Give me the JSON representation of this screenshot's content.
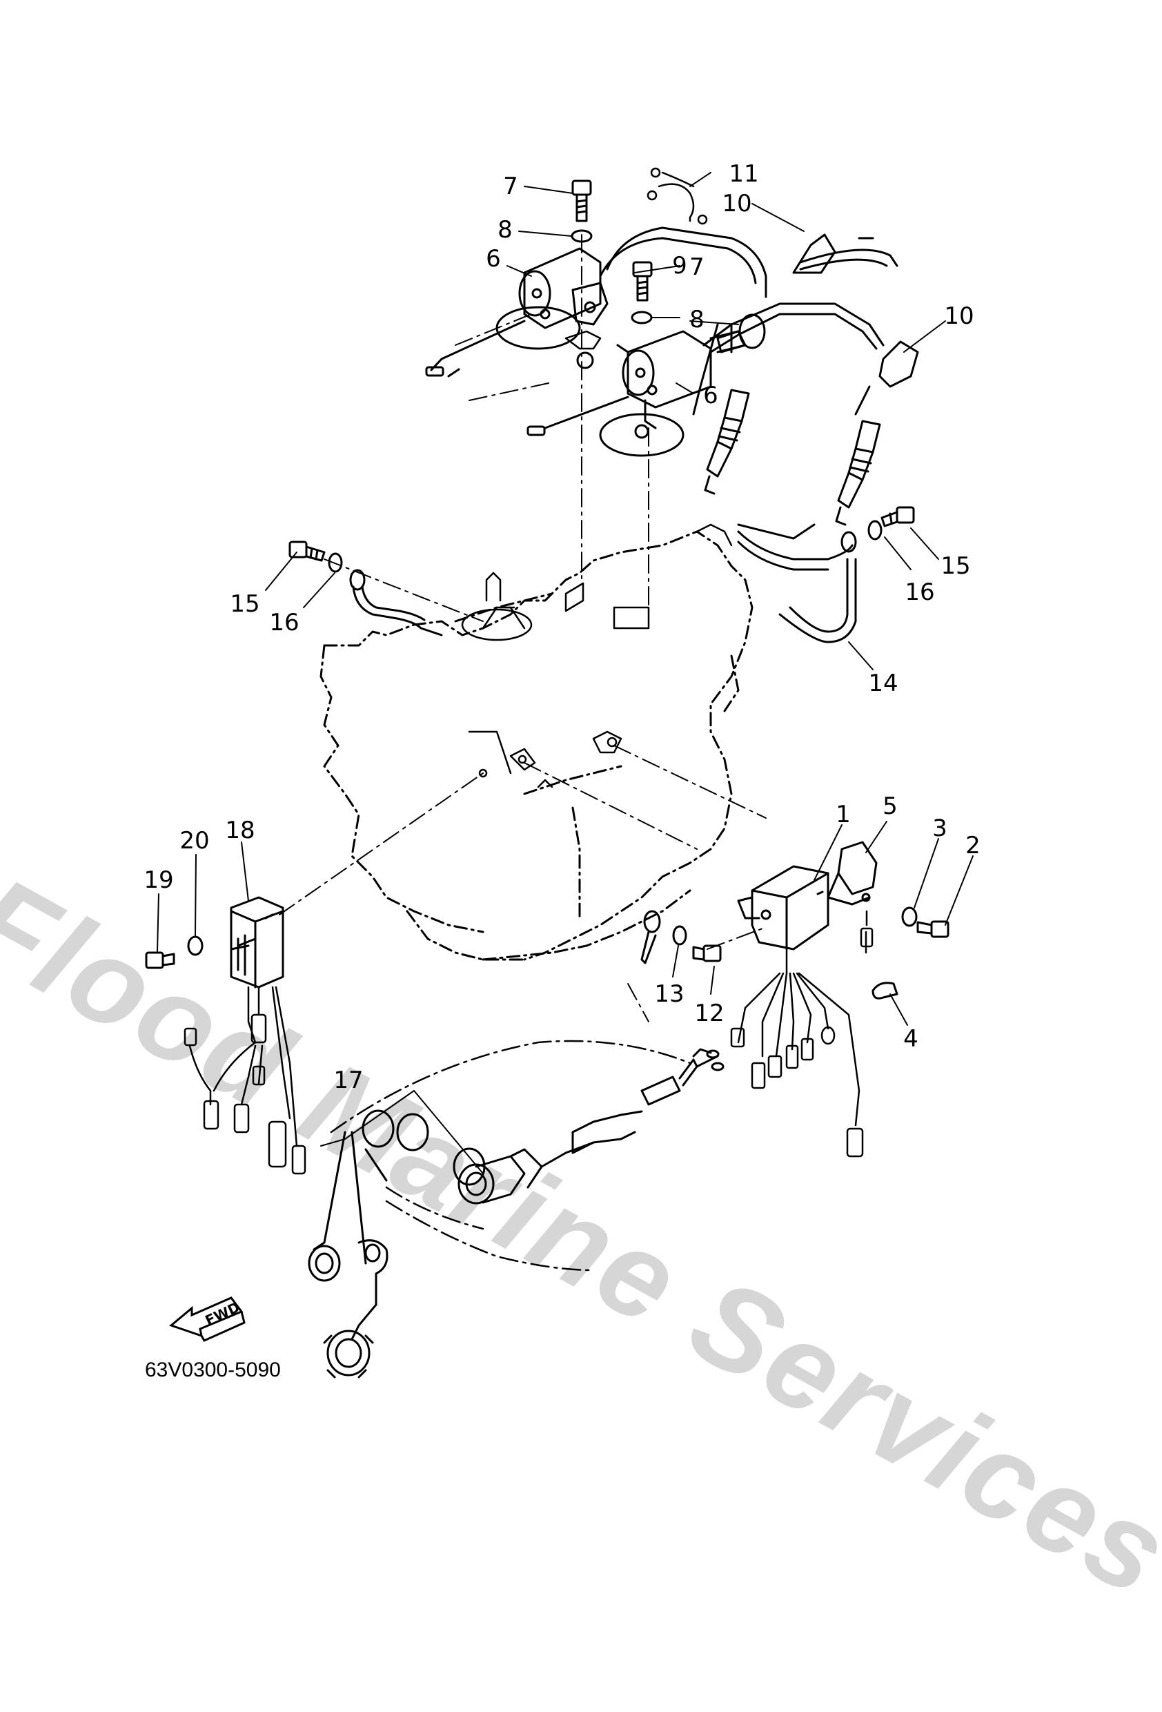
{
  "diagram": {
    "reference_code": "63V0300-5090",
    "fwd_label": "FWD",
    "watermark": "Flood Marine Services",
    "part_callouts": [
      "1",
      "2",
      "3",
      "4",
      "5",
      "6",
      "6",
      "7",
      "7",
      "8",
      "8",
      "9",
      "10",
      "10",
      "11",
      "12",
      "13",
      "14",
      "15",
      "15",
      "16",
      "16",
      "17",
      "18",
      "19",
      "20"
    ]
  },
  "colors": {
    "line": "#000000",
    "watermark": "#d6d6d6",
    "background": "#ffffff"
  }
}
